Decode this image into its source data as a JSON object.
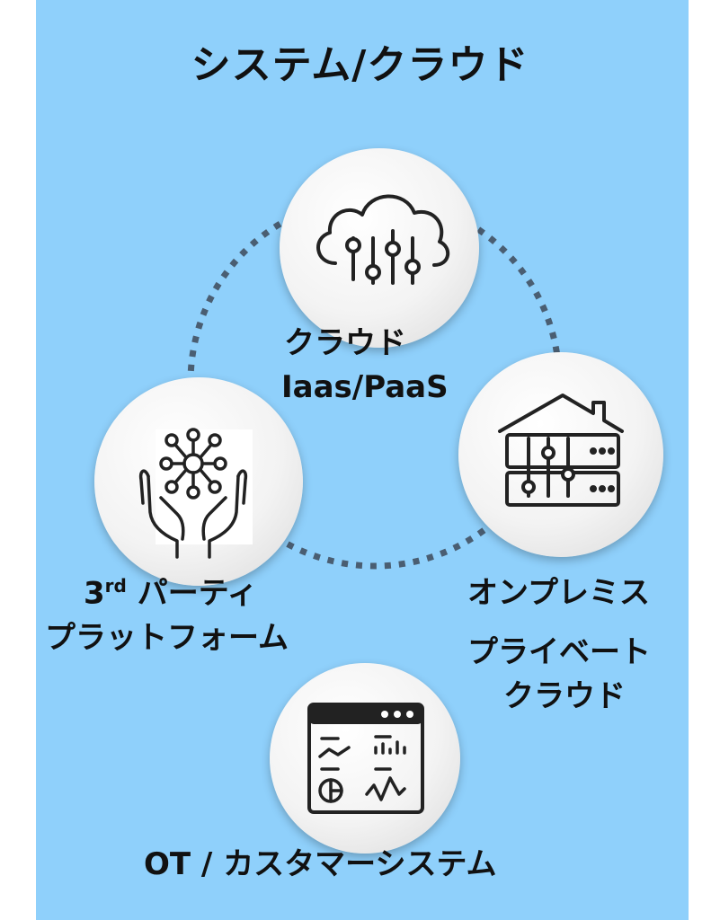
{
  "title": "システム/クラウド",
  "nodes": {
    "cloud": {
      "icon": "cloud-sliders-icon",
      "line1": "クラウド",
      "line2": "Iaas/PaaS"
    },
    "onprem": {
      "icon": "house-server-icon",
      "line1": "オンプレミス",
      "line2": "プライベート",
      "line3": "クラウド"
    },
    "thirdparty": {
      "icon": "hands-network-icon",
      "prefix": "3",
      "sup": "rd",
      "line1_rest": " パーティ",
      "line2": "プラットフォーム"
    },
    "ot": {
      "icon": "dashboard-window-icon",
      "line1": "OT / カスタマーシステム"
    }
  },
  "colors": {
    "background": "#8fd0fb",
    "ring": "#4a5e72",
    "text": "#111111"
  }
}
